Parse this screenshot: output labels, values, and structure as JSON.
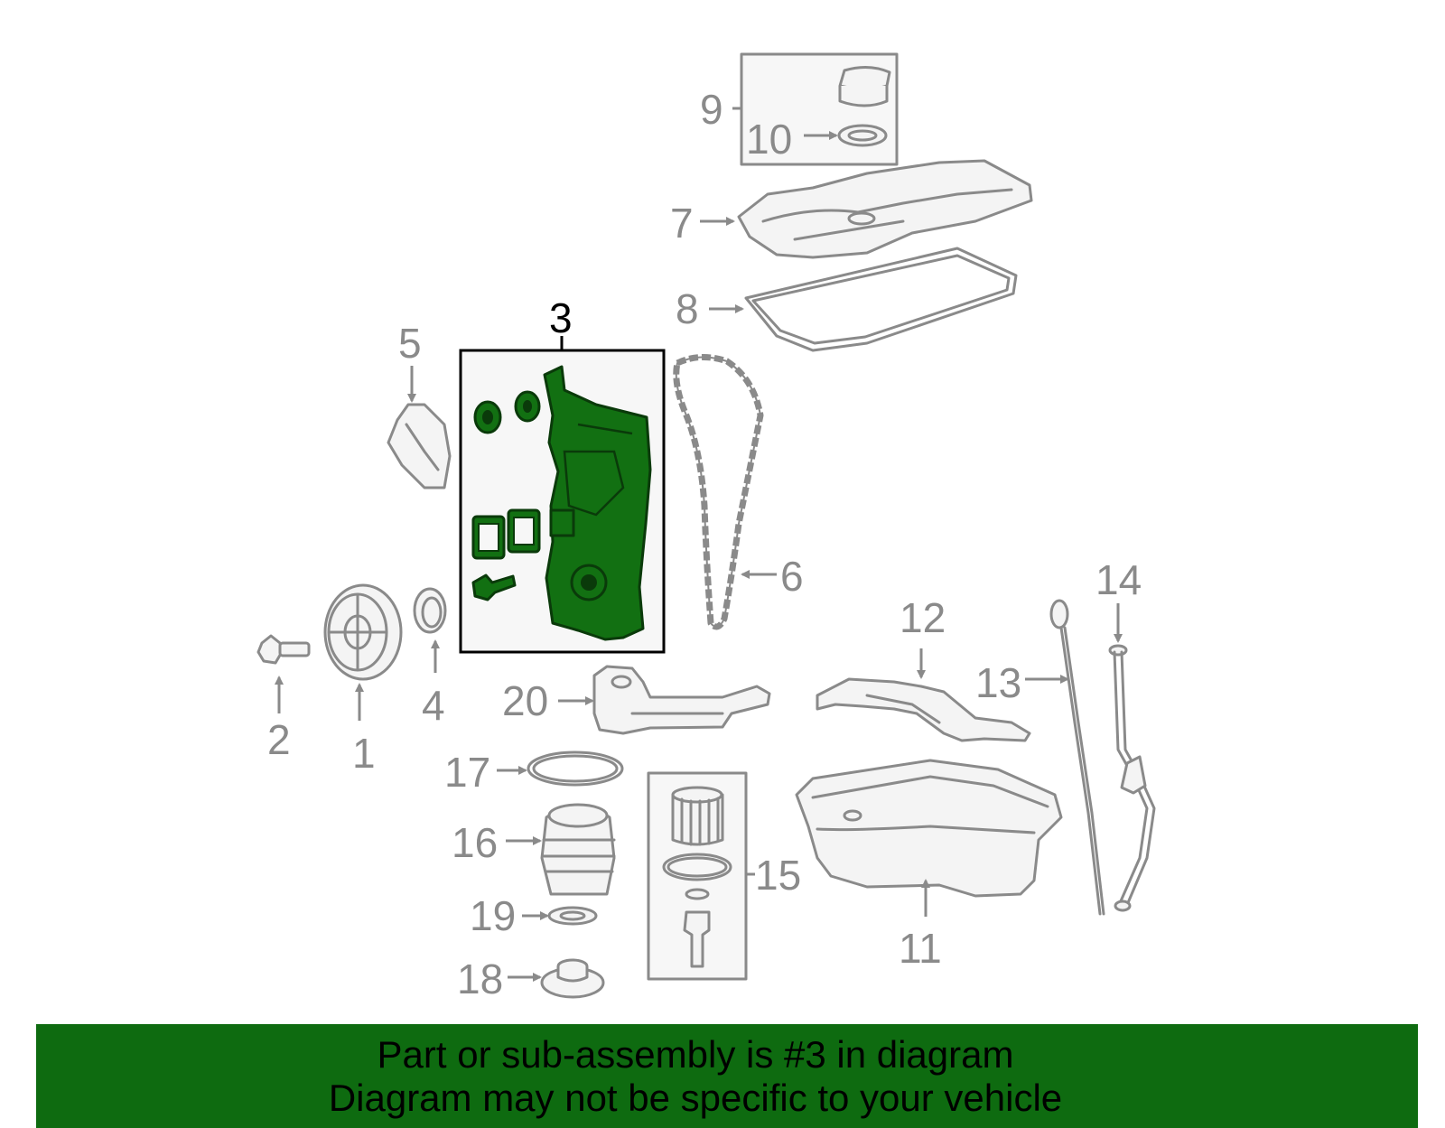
{
  "diagram": {
    "highlighted_part": "3",
    "colors": {
      "highlight": "#127012",
      "line": "#8a8a8a",
      "footer": "#0e6b10"
    },
    "callouts": [
      "1",
      "2",
      "3",
      "4",
      "5",
      "6",
      "7",
      "8",
      "9",
      "10",
      "11",
      "12",
      "13",
      "14",
      "15",
      "16",
      "17",
      "18",
      "19",
      "20"
    ]
  },
  "footer": {
    "line1": "Part or sub-assembly is #3 in diagram",
    "line2": "Diagram may not be specific to your vehicle"
  }
}
